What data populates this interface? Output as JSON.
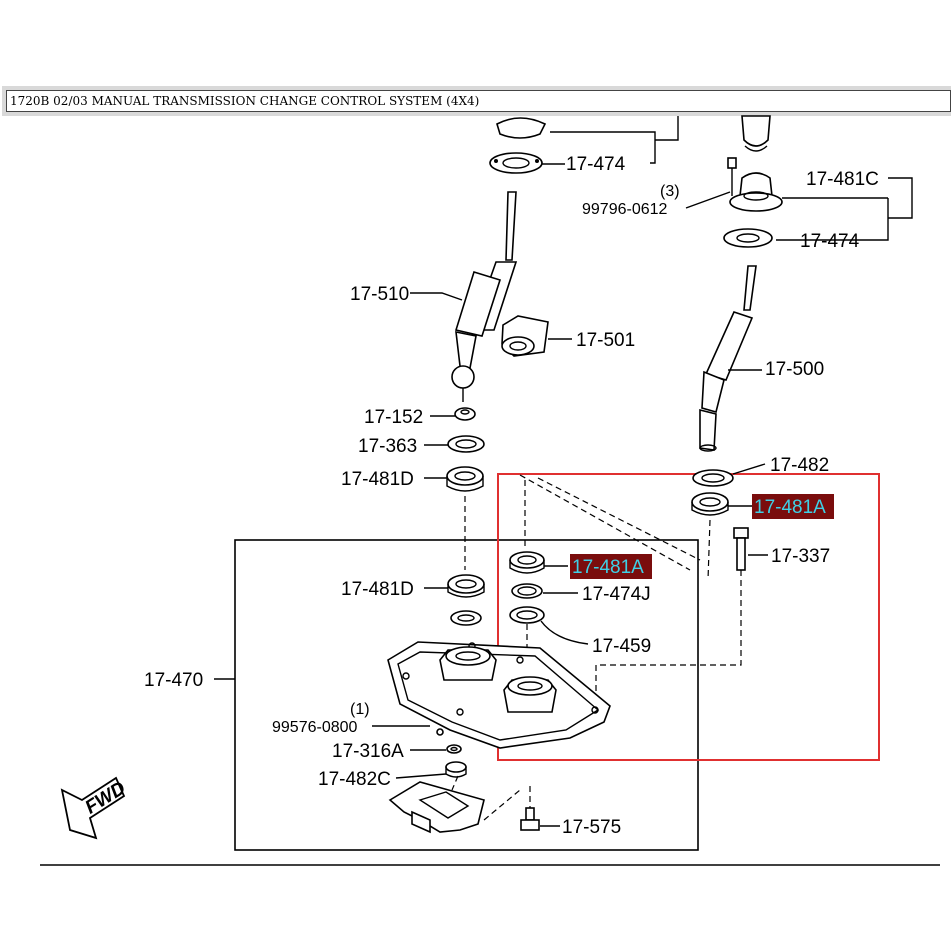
{
  "header": {
    "title": "1720B 02/03 MANUAL TRANSMISSION CHANGE CONTROL SYSTEM (4X4)"
  },
  "colors": {
    "highlight_box": "#e03030",
    "highlight_label_bg": "#7a0d0d",
    "highlight_label_text": "#3fd0e6"
  },
  "callouts": {
    "p17_474_top": "17-474",
    "p17_481C": "17-481C",
    "qty_3": "(3)",
    "p99796_0612": "99796-0612",
    "p17_474_right": "17-474",
    "p17_510": "17-510",
    "p17_501": "17-501",
    "p17_500": "17-500",
    "p17_152": "17-152",
    "p17_363": "17-363",
    "p17_481D_upper": "17-481D",
    "p17_482": "17-482",
    "p17_481A_right": "17-481A",
    "p17_337": "17-337",
    "p17_481A_left": "17-481A",
    "p17_481D_lower": "17-481D",
    "p17_474J": "17-474J",
    "p17_459": "17-459",
    "p17_470": "17-470",
    "qty_1": "(1)",
    "p99576_0800": "99576-0800",
    "p17_316A": "17-316A",
    "p17_482C": "17-482C",
    "p17_575": "17-575",
    "fwd": "FWD"
  }
}
